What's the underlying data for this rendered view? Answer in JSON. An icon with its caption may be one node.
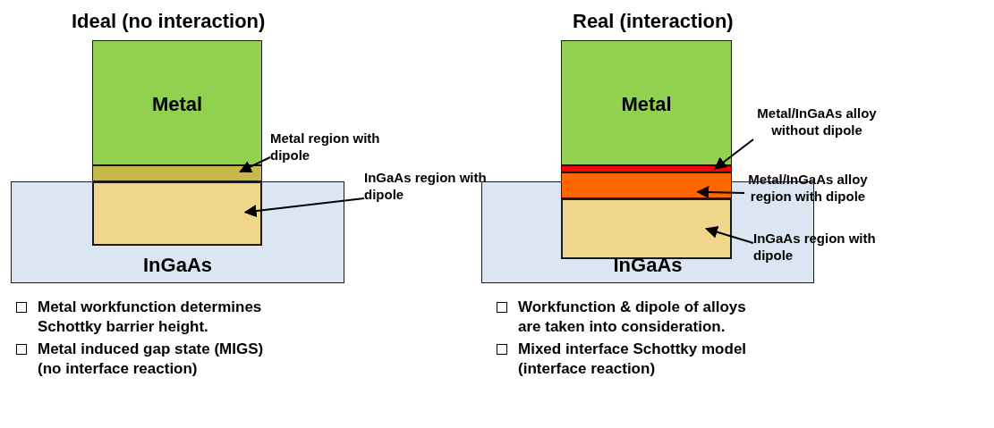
{
  "diagram": {
    "nodes": [
      {
        "text": [
          "InGaAs"
        ]
      },
      {
        "text": [
          "Metal"
        ]
      },
      {
        "text": [],
        "shape": "bar"
      },
      {
        "text": [],
        "shape": "box",
        "in": 0
      },
      {
        "text": [
          "Metal region with dipole"
        ]
      },
      {
        "text": [
          "InGaAs region with dipole"
        ]
      },
      {
        "text": [
          "InGaAs"
        ]
      },
      {
        "text": [
          "Metal"
        ]
      },
      {
        "text": [],
        "shape": "bar"
      },
      {
        "text": [],
        "shape": "bar"
      },
      {
        "text": [],
        "shape": "box",
        "in": 6
      },
      {
        "text": [
          "Metal/InGaAs alloy without dipole"
        ]
      },
      {
        "text": [
          "Metal/InGaAs alloy region with dipole"
        ]
      },
      {
        "text": [
          "InGaAs region with dipole"
        ]
      }
    ],
    "edges": [
      {
        "from": 4,
        "to": 2,
        "arrow": "to"
      },
      {
        "from": 5,
        "to": 3,
        "arrow": "to"
      },
      {
        "from": 11,
        "to": 8,
        "arrow": "to"
      },
      {
        "from": 12,
        "to": 9,
        "arrow": "to"
      },
      {
        "from": 13,
        "to": 10,
        "arrow": "to"
      }
    ],
    "labels": [
      "Ideal (no interaction)",
      "Real (interaction)",
      "Metal workfunction determines Schottky barrier height.",
      "Metal induced gap state (MIGS) (no interface reaction)",
      "Workfunction & dipole of alloys are taken into consideration.",
      "Mixed interface Schottky model (interface reaction)"
    ]
  }
}
